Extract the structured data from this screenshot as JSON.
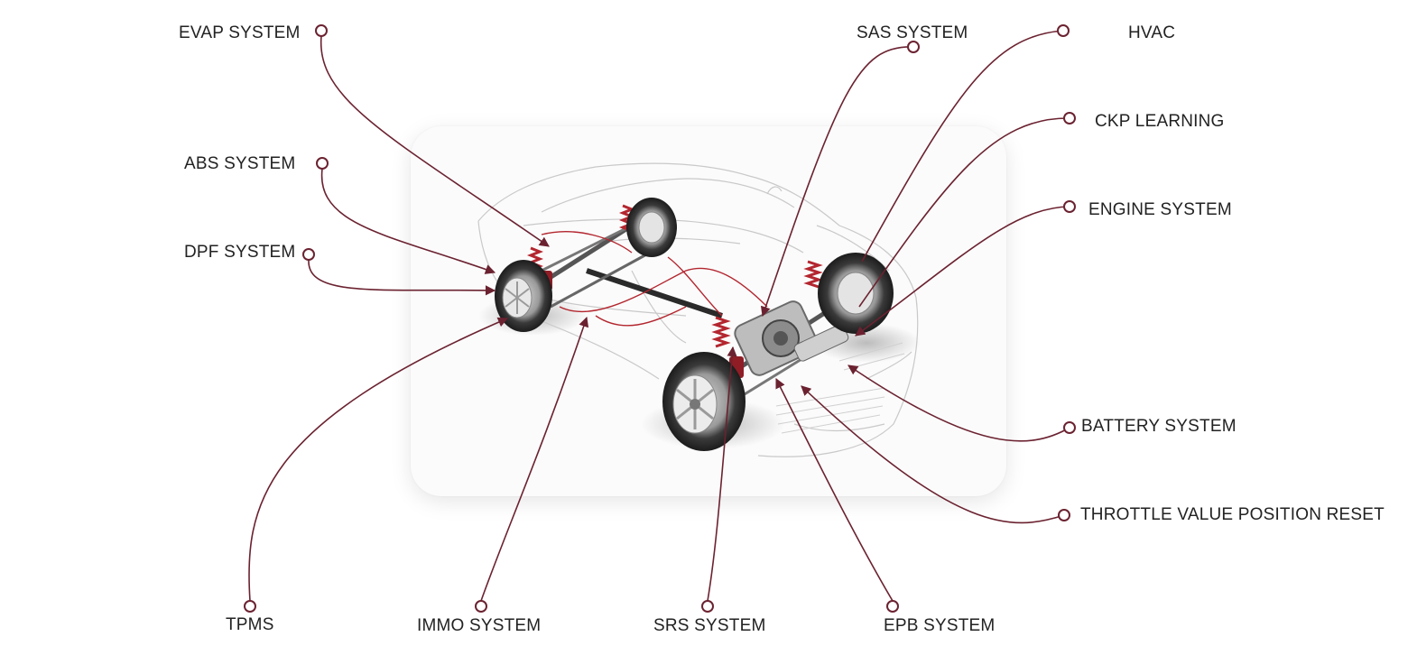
{
  "colors": {
    "leader": "#6b2230",
    "accent_red": "#b3262f",
    "label_text": "#222222"
  },
  "callouts": [
    {
      "id": "evap",
      "label": "EVAP SYSTEM"
    },
    {
      "id": "abs",
      "label": "ABS SYSTEM"
    },
    {
      "id": "dpf",
      "label": "DPF SYSTEM"
    },
    {
      "id": "tpms",
      "label": "TPMS"
    },
    {
      "id": "immo",
      "label": "IMMO SYSTEM"
    },
    {
      "id": "srs",
      "label": "SRS SYSTEM"
    },
    {
      "id": "epb",
      "label": "EPB SYSTEM"
    },
    {
      "id": "sas",
      "label": "SAS SYSTEM"
    },
    {
      "id": "hvac",
      "label": "HVAC"
    },
    {
      "id": "ckp",
      "label": "CKP LEARNING"
    },
    {
      "id": "engine",
      "label": "ENGINE SYSTEM"
    },
    {
      "id": "battery",
      "label": "BATTERY SYSTEM"
    },
    {
      "id": "throttle",
      "label": "THROTTLE VALUE POSITION RESET"
    }
  ]
}
